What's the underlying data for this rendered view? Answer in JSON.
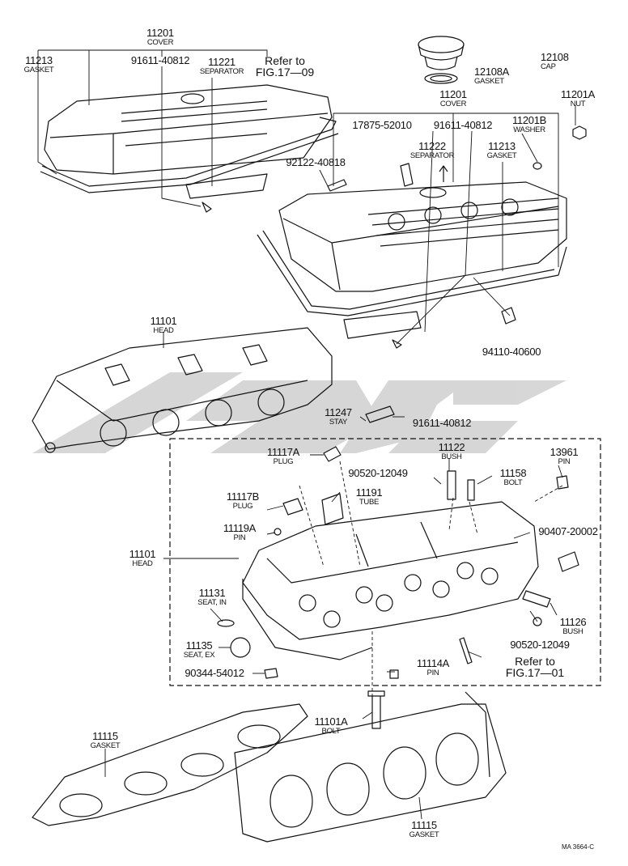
{
  "labels": {
    "p11201_top": {
      "num": "11201",
      "name": "COVER"
    },
    "p11213_left": {
      "num": "11213",
      "name": "GASKET"
    },
    "p91611_top": {
      "num": "91611-40812"
    },
    "p11221": {
      "num": "11221",
      "name": "SEPARATOR"
    },
    "ref_17_09": {
      "line1": "Refer to",
      "line2": "FIG.17—09"
    },
    "p12108": {
      "num": "12108",
      "name": "CAP"
    },
    "p12108A": {
      "num": "12108A",
      "name": "GASKET"
    },
    "p11201_right": {
      "num": "11201",
      "name": "COVER"
    },
    "p11201A": {
      "num": "11201A",
      "name": "NUT"
    },
    "p17875": {
      "num": "17875-52010"
    },
    "p91611_mid": {
      "num": "91611-40812"
    },
    "p11201B": {
      "num": "11201B",
      "name": "WASHER"
    },
    "p11222": {
      "num": "11222",
      "name": "SEPARATOR"
    },
    "p11213_right": {
      "num": "11213",
      "name": "GASKET"
    },
    "p92122": {
      "num": "92122-40818"
    },
    "p94110": {
      "num": "94110-40600"
    },
    "p11101_top": {
      "num": "11101",
      "name": "HEAD"
    },
    "p11247": {
      "num": "11247",
      "name": "STAY"
    },
    "p91611_low": {
      "num": "91611-40812"
    },
    "p11117A": {
      "num": "11117A",
      "name": "PLUG"
    },
    "p11122": {
      "num": "11122",
      "name": "BUSH"
    },
    "p13961": {
      "num": "13961",
      "name": "PIN"
    },
    "p90520_top": {
      "num": "90520-12049"
    },
    "p11158": {
      "num": "11158",
      "name": "BOLT"
    },
    "p11117B": {
      "num": "11117B",
      "name": "PLUG"
    },
    "p11191": {
      "num": "11191",
      "name": "TUBE"
    },
    "p11119A": {
      "num": "11119A",
      "name": "PIN"
    },
    "p90407": {
      "num": "90407-20002"
    },
    "p11101_mid": {
      "num": "11101",
      "name": "HEAD"
    },
    "p11131": {
      "num": "11131",
      "name": "SEAT, IN"
    },
    "p11126": {
      "num": "11126",
      "name": "BUSH"
    },
    "p11135": {
      "num": "11135",
      "name": "SEAT, EX"
    },
    "p90520_low": {
      "num": "90520-12049"
    },
    "p11114A": {
      "num": "11114A",
      "name": "PIN"
    },
    "ref_17_01": {
      "line1": "Refer to",
      "line2": "FIG.17—01"
    },
    "p90344": {
      "num": "90344-54012"
    },
    "p11101A": {
      "num": "11101A",
      "name": "BOLT"
    },
    "p11115_left": {
      "num": "11115",
      "name": "GASKET"
    },
    "p11115_bottom": {
      "num": "11115",
      "name": "GASKET"
    },
    "drawing_code": "MA 3664-C"
  }
}
